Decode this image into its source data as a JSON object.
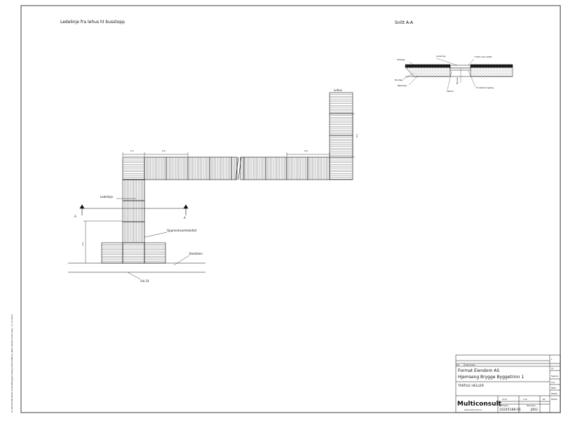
{
  "drawing": {
    "plan_title": "Ledelinje fra lehus hl busstopp",
    "section_title": "Snitt A-A"
  },
  "plan_labels": {
    "lehus": "Lehus",
    "ledelinje": "Ledelinje",
    "oppmerksomhetsfelt": "Oppmerksomhetsfelt",
    "kantstein": "Kantstein",
    "road": "Via 14",
    "section_mark": "A",
    "dims": {
      "d1": "0.3",
      "d2": "0.6",
      "d3": "0.6",
      "d4": "0.6",
      "d5": "0.6"
    }
  },
  "section_labels": {
    "ledelinje": "Ledelinje",
    "flukt": "I flukt med asfalt",
    "slitelag": "Slitelag",
    "bindlag": "Bindlag",
    "baerelag": "Bærelag",
    "hoyde": "Høyde",
    "mortel": "Mørtel",
    "forsterkningslag": "Forsterkningslag"
  },
  "side_text": "G:/10245188-01/03 Arbeid/Dwg/Landskap/10245188-01_J002_Taktile heller.dwg - 17.11.2021",
  "title_block": {
    "rev_header": "Rev.",
    "rev_desc_header": "Beskrivelse",
    "client": "Format Eiendom AS",
    "project": "Hjemseng Brygge Byggetrinn 1",
    "drawing_title": "TAKTILE HELLER",
    "company": "Multiconsult",
    "website": "www.multiconsult.no",
    "date": "14.10",
    "scale": "1:50",
    "drawn_by": "RD",
    "project_no_label": "Oppdragsnr.",
    "project_no": "10245188-01",
    "drawing_no_label": "Tegningsnr.",
    "drawing_no": "J002",
    "side_fields": [
      "1",
      "01",
      "Fagkode",
      "T:10",
      "MRTX",
      "MAG00",
      "MAGXX"
    ]
  },
  "colors": {
    "line": "#111111",
    "fill_dark": "#1a1a1a",
    "paper": "#ffffff"
  }
}
